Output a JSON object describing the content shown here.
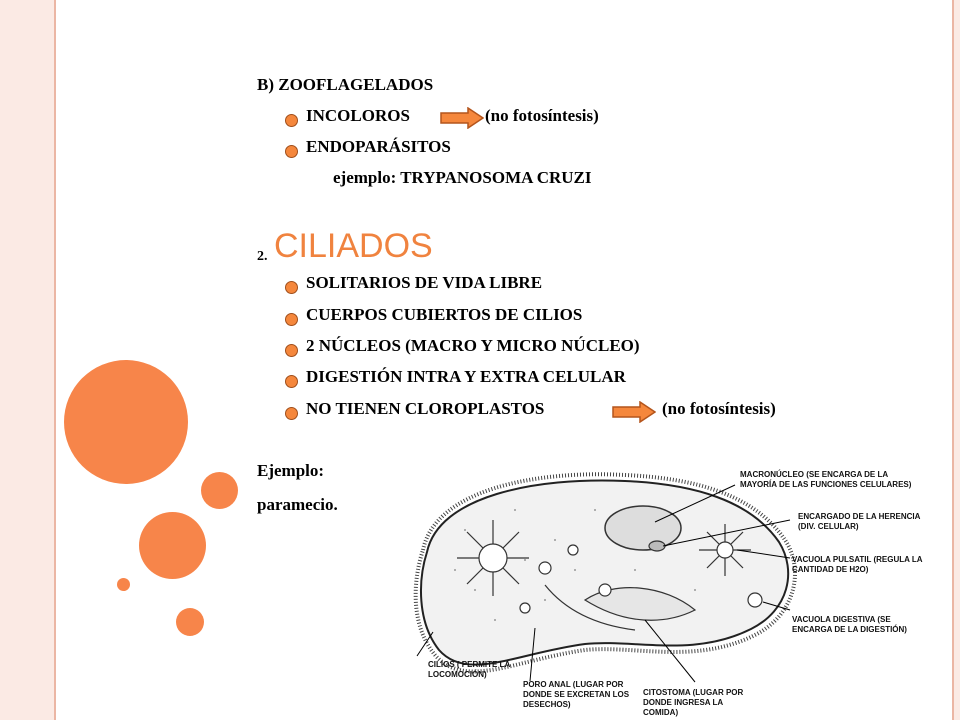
{
  "section_b": {
    "heading": "B)  ZOOFLAGELADOS",
    "items": [
      {
        "text": "INCOLOROS",
        "note": "(no fotosíntesis)"
      },
      {
        "text": "ENDOPARÁSITOS"
      }
    ],
    "example": "ejemplo: TRYPANOSOMA CRUZI"
  },
  "section_2": {
    "number": "2.",
    "title": "CILIADOS",
    "items": [
      {
        "text": "SOLITARIOS DE VIDA LIBRE"
      },
      {
        "text": "CUERPOS CUBIERTOS DE CILIOS"
      },
      {
        "text": "2 NÚCLEOS (MACRO Y MICRO NÚCLEO)"
      },
      {
        "text": "DIGESTIÓN INTRA Y EXTRA CELULAR"
      },
      {
        "text": "NO TIENEN CLOROPLASTOS",
        "note": "(no fotosíntesis)"
      }
    ]
  },
  "example_label": "Ejemplo:",
  "example_value": "paramecio.",
  "diagram_labels": {
    "macronucleo": "MACRONÚCLEO (SE ENCARGA DE LA MAYORÍA DE LAS FUNCIONES CELULARES)",
    "micronucleo": "ENCARGADO DE LA HERENCIA (DIV. CELULAR)",
    "vacuola_pulsatil": "VACUOLA PULSATIL (REGULA LA CANTIDAD DE H2O)",
    "vacuola_digestiva": "VACUOLA DIGESTIVA (SE ENCARGA DE LA DIGESTIÓN)",
    "cilios": "CILIOS ( PERMITE LA LOCOMOCIÓN)",
    "poro_anal": "PORO ANAL (LUGAR POR DONDE SE EXCRETAN LOS DESECHOS)",
    "citostoma": "CITOSTOMA (LUGAR POR DONDE INGRESA LA COMIDA)"
  },
  "colors": {
    "accent": "#f7854a",
    "title": "#f0833f",
    "frame": "#fbeae4"
  }
}
